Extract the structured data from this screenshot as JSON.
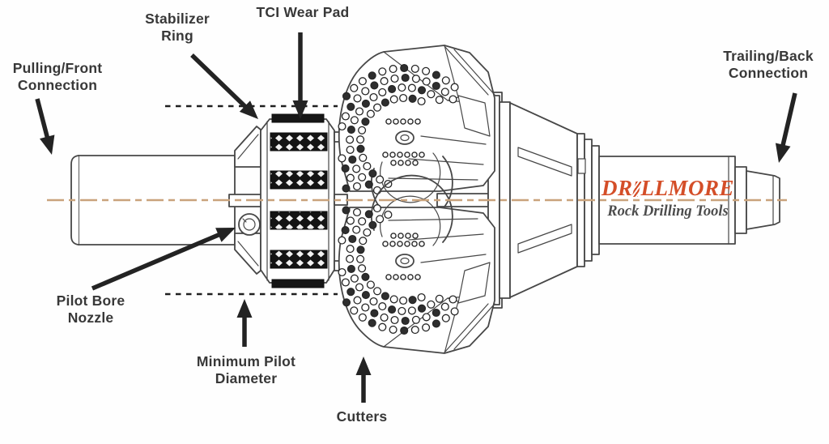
{
  "diagram": {
    "labels": {
      "pulling_connection": {
        "line1": "Pulling/Front",
        "line2": "Connection"
      },
      "stabilizer_ring": {
        "line1": "Stabilizer",
        "line2": "Ring"
      },
      "tci_wear_pad": {
        "line1": "TCI Wear Pad",
        "line2": ""
      },
      "trailing_connection": {
        "line1": "Trailing/Back",
        "line2": "Connection"
      },
      "pilot_bore_nozzle": {
        "line1": "Pilot Bore",
        "line2": "Nozzle"
      },
      "minimum_pilot_diameter": {
        "line1": "Minimum Pilot",
        "line2": "Diameter"
      },
      "cutters": {
        "line1": "Cutters",
        "line2": ""
      }
    },
    "logo": {
      "brand_prefix": "DR",
      "brand_suffix": "LLMORE",
      "tagline": "Rock Drilling Tools"
    },
    "colors": {
      "brand": "#d44e28",
      "tagline": "#4d4d4d",
      "centerline": "#c9a37c",
      "line": "#474747",
      "label": "#383838",
      "arrow": "#232323"
    }
  }
}
